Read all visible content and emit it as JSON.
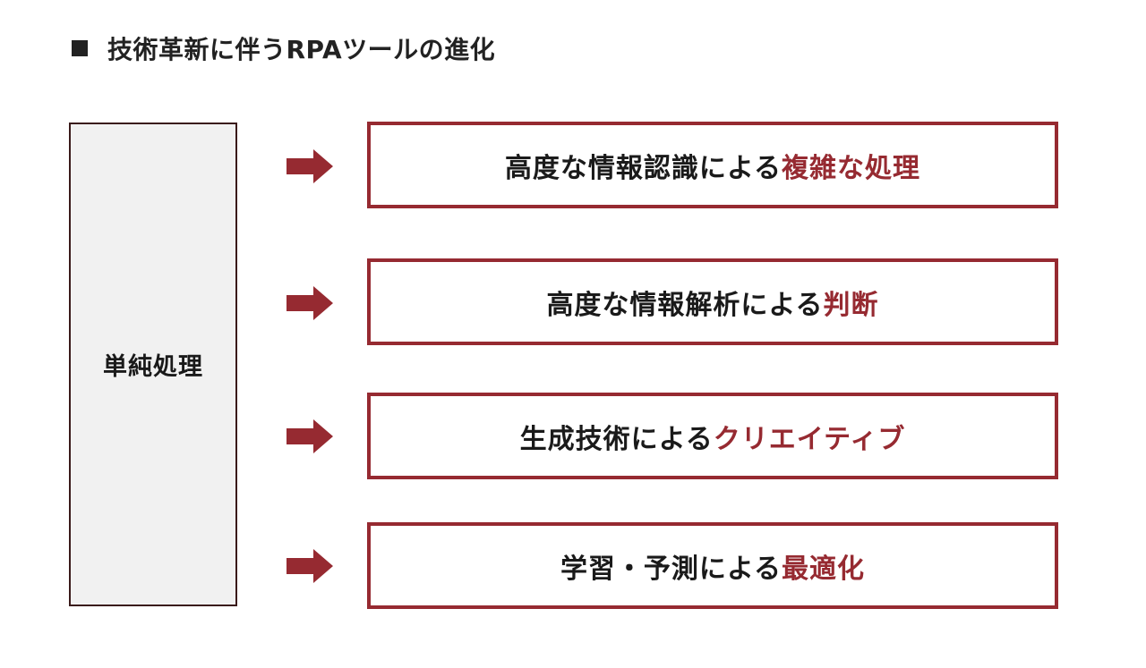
{
  "title": "技術革新に伴うRPAツールの進化",
  "left_box": {
    "label": "単純処理"
  },
  "items": [
    {
      "plain": "高度な情報認識による",
      "accent": "複雑な処理"
    },
    {
      "plain": "高度な情報解析による",
      "accent": "判断"
    },
    {
      "plain": "生成技術による",
      "accent": "クリエイティブ"
    },
    {
      "plain": "学習・予測による",
      "accent": "最適化"
    }
  ],
  "colors": {
    "accent": "#962a31",
    "text": "#1a1a1a",
    "left_box_fill": "#f1f1f1"
  },
  "icons": [
    "square-bullet-icon",
    "arrow-right-icon"
  ]
}
